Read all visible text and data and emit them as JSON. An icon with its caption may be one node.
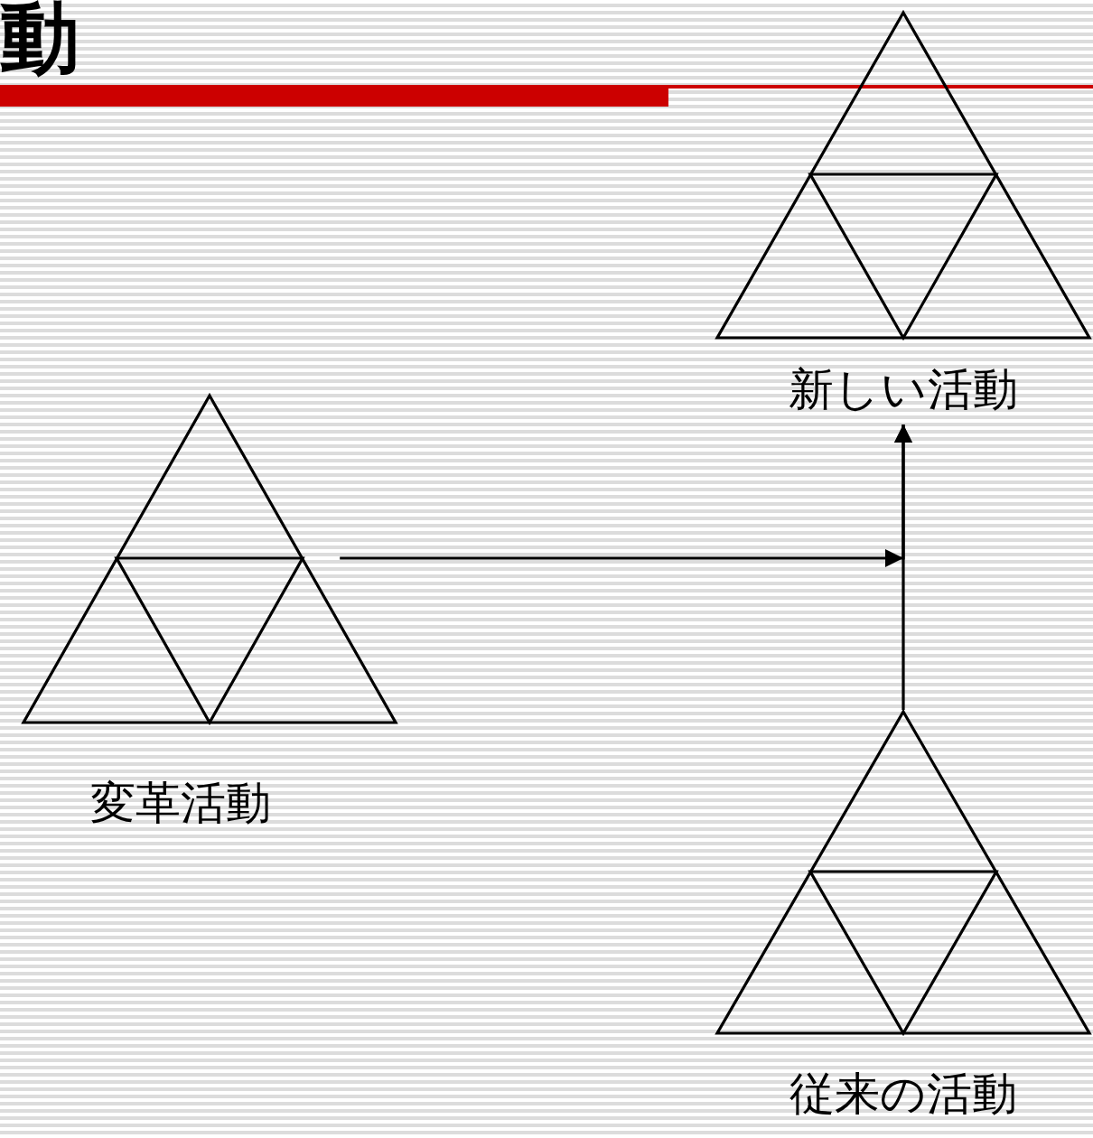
{
  "diagram": {
    "title": "動",
    "nodes": [
      {
        "text": [],
        "shape": "triangle",
        "beside": [
          "変革活動"
        ]
      },
      {
        "text": [],
        "shape": "triangle",
        "beside": [
          "新しい活動"
        ]
      },
      {
        "text": [],
        "shape": "triangle",
        "beside": [
          "従来の活動"
        ]
      }
    ],
    "edges": [
      {
        "from": 0,
        "to": 1,
        "arrow": "to"
      },
      {
        "from": 2,
        "to": 1,
        "arrow": "to"
      }
    ]
  }
}
